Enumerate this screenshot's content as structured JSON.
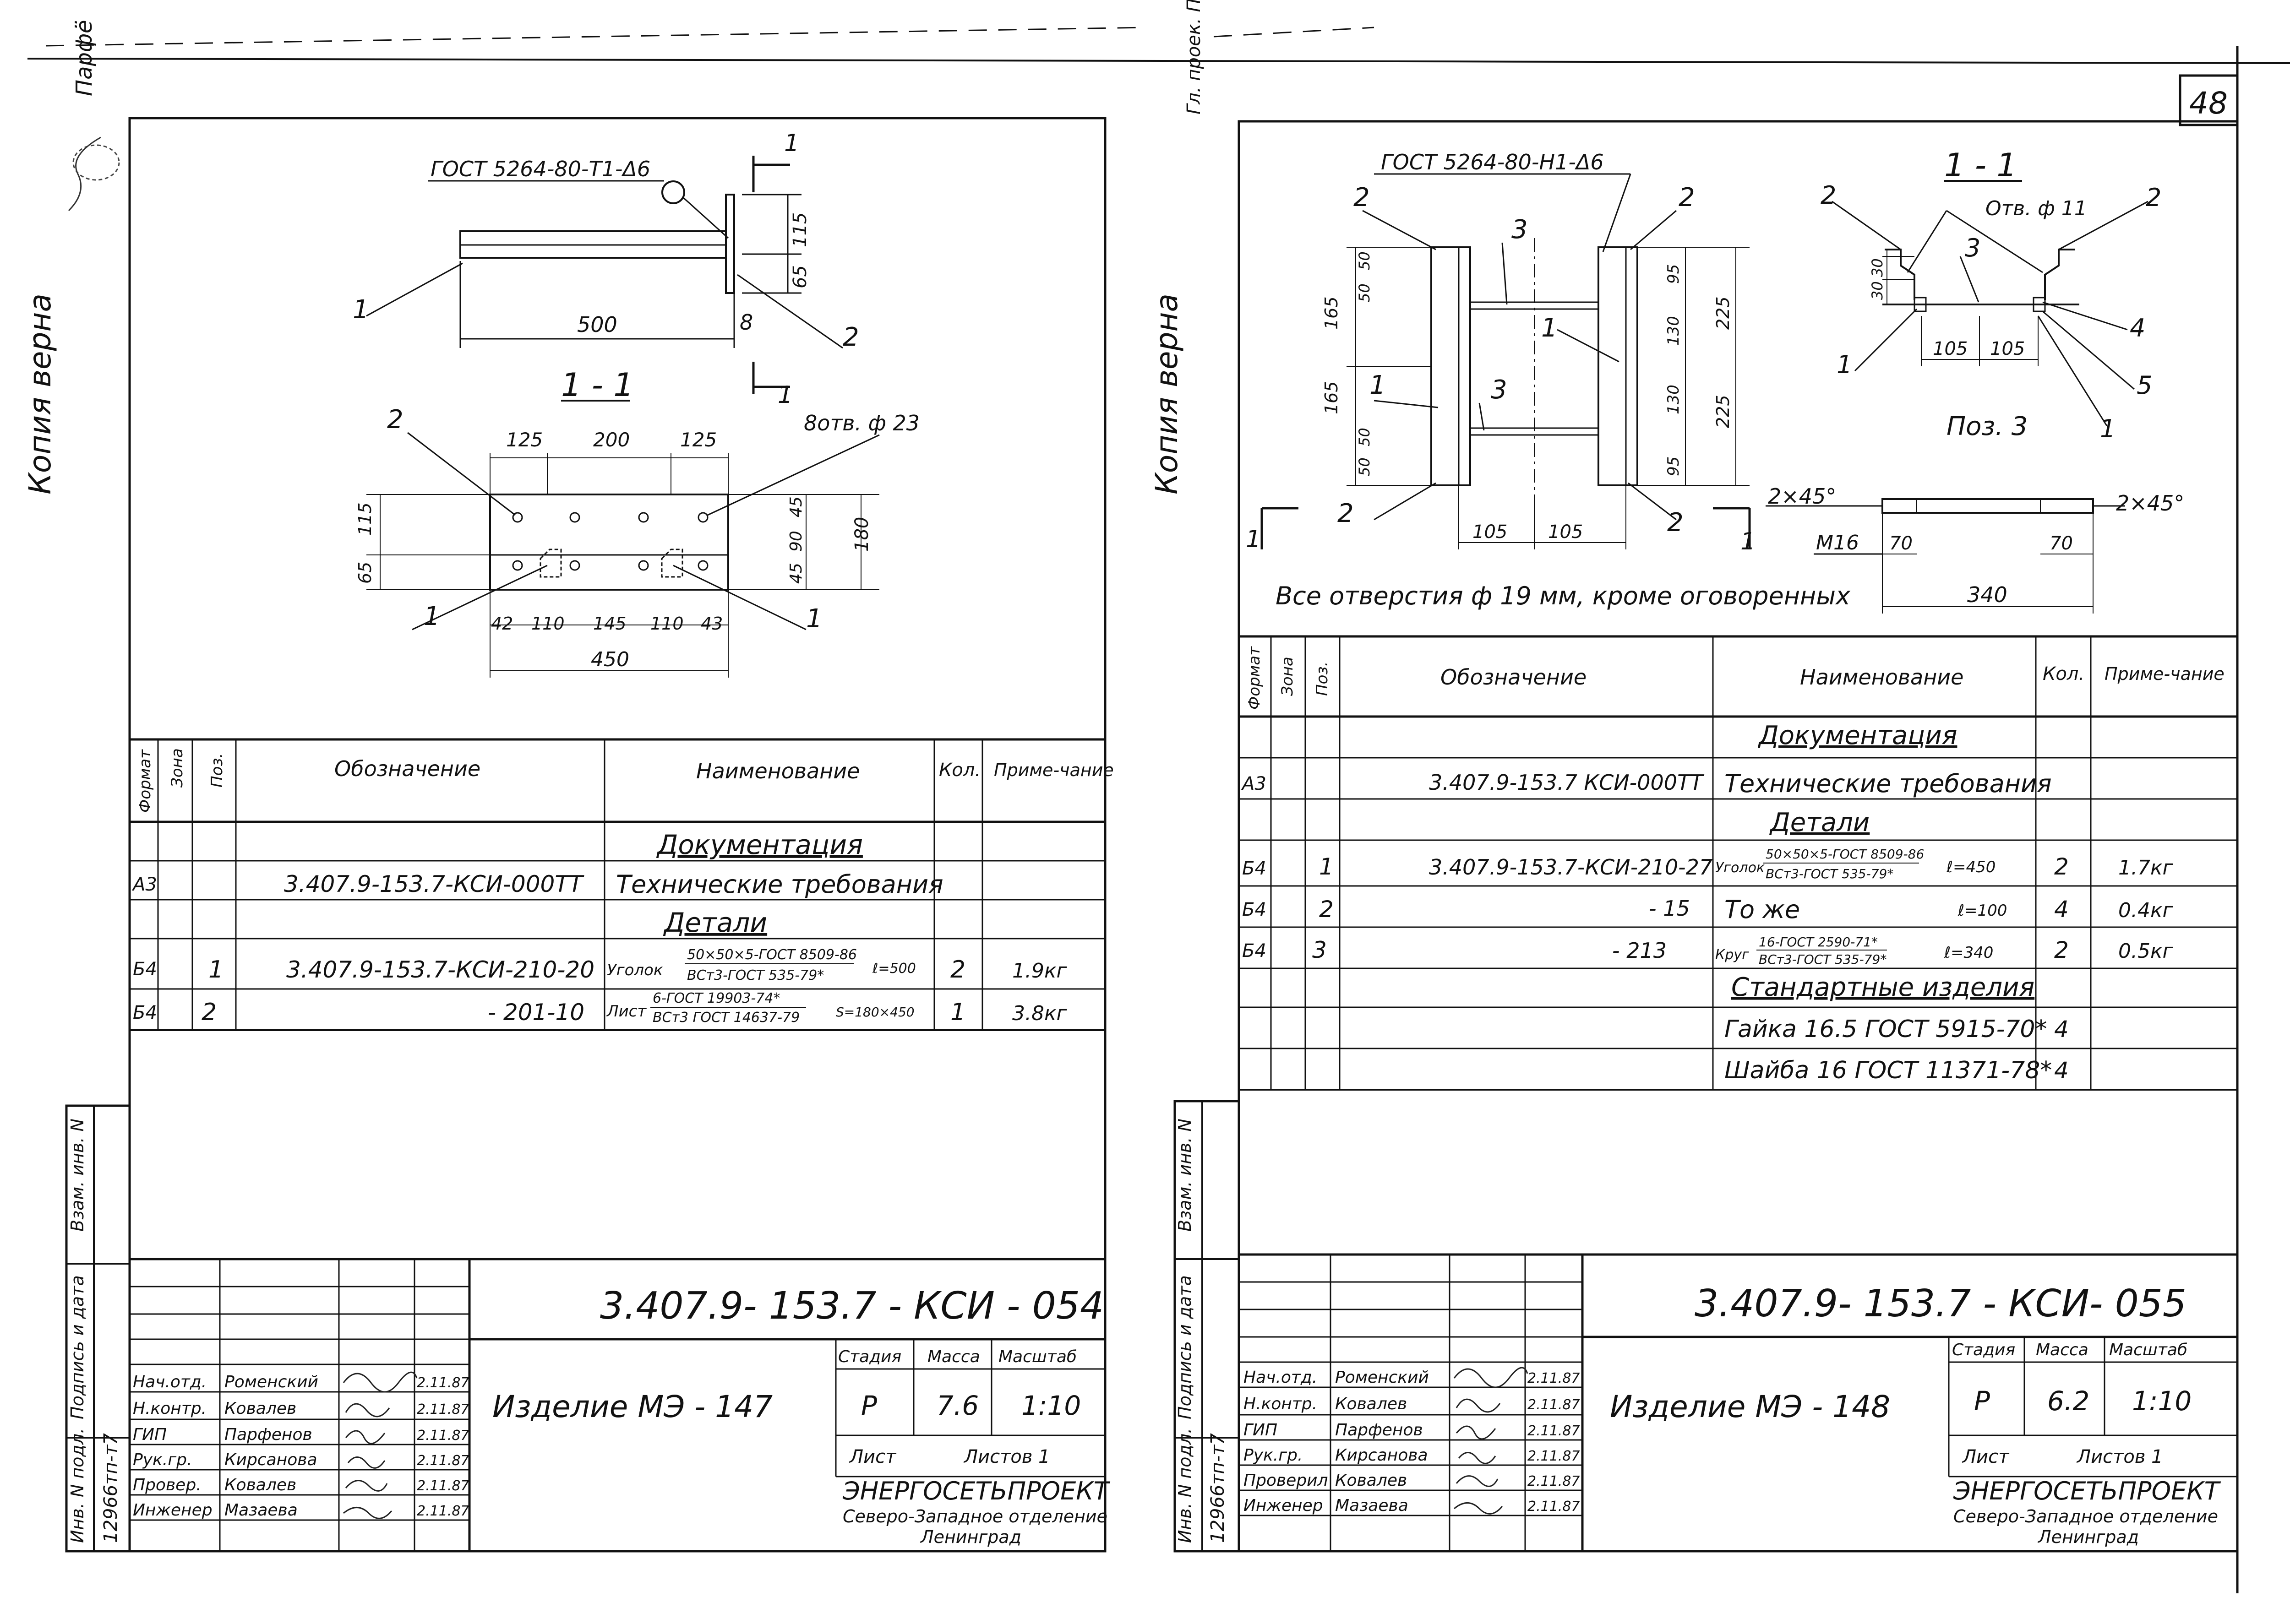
{
  "page": {
    "sheet_number": "48",
    "left_margin": {
      "copy_stamp": "Копия верна",
      "copy_stamp_corner": "Парфё",
      "inv_label": "Инв. N подл.",
      "inv_number": "12966тп-т7",
      "sign_date_label": "Подпись и дата",
      "vzam_label": "Взам. инв. N"
    },
    "right_margin": {
      "copy_stamp": "Копия верна",
      "corner_note": "Гл. проек. Парфе",
      "inv_label": "Инв. N подл.",
      "inv_number": "12966тп-т7",
      "sign_date_label": "Подпись и дата",
      "vzam_label": "Взам. инв. N"
    }
  },
  "sheets": [
    {
      "drawing": {
        "weld_note": "ГОСТ 5264-80-Т1-Δ6",
        "section_mark": "1",
        "section_title": "1 - 1",
        "holes_note": "8отв. ф 23",
        "pos": [
          "1",
          "2"
        ],
        "dims_top": {
          "length": "500",
          "thick": "8",
          "h1": "115",
          "h2": "65"
        },
        "dims_section": {
          "top": [
            "125",
            "200",
            "125"
          ],
          "left": [
            "115",
            "65"
          ],
          "right": [
            "45",
            "90",
            "45",
            "180"
          ],
          "bottom": [
            "42",
            "110",
            "145",
            "110",
            "43"
          ],
          "total": "450"
        }
      },
      "spec": {
        "headers": {
          "format": "Формат",
          "zone": "Зона",
          "pos": "Поз.",
          "designation": "Обозначение",
          "name": "Наименование",
          "qty": "Кол.",
          "note": "Приме-чание"
        },
        "rows": [
          {
            "format": "",
            "pos": "",
            "designation": "",
            "name": "Документация",
            "qty": "",
            "note": "",
            "section": true
          },
          {
            "format": "А3",
            "pos": "",
            "designation": "3.407.9-153.7-КСИ-000ТТ",
            "name": "Технические требования",
            "qty": "",
            "note": ""
          },
          {
            "format": "",
            "pos": "",
            "designation": "",
            "name": "Детали",
            "qty": "",
            "note": "",
            "section": true
          },
          {
            "format": "Б4",
            "pos": "1",
            "designation": "3.407.9-153.7-КСИ-210-20",
            "name": "Уголок",
            "name_fraction_top": "50×50×5-ГОСТ 8509-86",
            "name_fraction_bottom": "ВСт3-ГОСТ 535-79*",
            "name_suffix": "ℓ=500",
            "qty": "2",
            "note": "1.9кг"
          },
          {
            "format": "Б4",
            "pos": "2",
            "designation": "- 201-10",
            "name": "Лист",
            "name_fraction_top": "6-ГОСТ 19903-74*",
            "name_fraction_bottom": "ВСт3 ГОСТ 14637-79",
            "name_suffix": "S=180×450",
            "qty": "1",
            "note": "3.8кг"
          }
        ]
      },
      "title_block": {
        "code": "3.407.9- 153.7 -   КСИ - 054",
        "product": "Изделие  МЭ - 147",
        "stage_label": "Стадия",
        "mass_label": "Масса",
        "scale_label": "Масштаб",
        "stage": "Р",
        "mass": "7.6",
        "scale": "1:10",
        "sheet_label": "Лист",
        "sheets_label": "Листов 1",
        "org_name": "ЭНЕРГОСЕТЬПРОЕКТ",
        "org_branch": "Северо-Западное отделение",
        "org_city": "Ленинград",
        "signers": [
          {
            "role": "Нач.отд.",
            "name": "Роменский",
            "date": "2.11.87"
          },
          {
            "role": "Н.контр.",
            "name": "Ковалев",
            "date": "2.11.87"
          },
          {
            "role": "ГИП",
            "name": "Парфенов",
            "date": "2.11.87"
          },
          {
            "role": "Рук.гр.",
            "name": "Кирсанова",
            "date": "2.11.87"
          },
          {
            "role": "Провер.",
            "name": "Ковалев",
            "date": "2.11.87"
          },
          {
            "role": "Инженер",
            "name": "Мазаева",
            "date": "2.11.87"
          }
        ]
      }
    },
    {
      "drawing": {
        "weld_note": "ГОСТ 5264-80-Н1-Δ6",
        "section_title": "1 - 1",
        "holes_note": "Отв. ф 11",
        "pos_label": "Поз. 3",
        "all_holes_note": "Все отверстия ф 19 мм, кроме оговоренных",
        "chamfer1": "2×45°",
        "chamfer2": "2×45°",
        "thread": "М16",
        "rod_dims": [
          "70",
          "70",
          "340"
        ],
        "dims_plan": {
          "left": [
            "165",
            "165",
            "50",
            "50",
            "50",
            "50"
          ],
          "right": [
            "95",
            "130",
            "130",
            "95",
            "225",
            "225"
          ],
          "bottom": [
            "105",
            "105"
          ]
        },
        "dims_section": {
          "bottom": [
            "105",
            "105"
          ],
          "left": [
            "30",
            "30"
          ]
        },
        "pos": [
          "1",
          "2",
          "3",
          "4",
          "5"
        ]
      },
      "spec": {
        "headers": {
          "format": "Формат",
          "zone": "Зона",
          "pos": "Поз.",
          "designation": "Обозначение",
          "name": "Наименование",
          "qty": "Кол.",
          "note": "Приме-чание"
        },
        "rows": [
          {
            "format": "",
            "pos": "",
            "designation": "",
            "name": "Документация",
            "qty": "",
            "note": "",
            "section": true
          },
          {
            "format": "А3",
            "pos": "",
            "designation": "3.407.9-153.7 КСИ-000ТТ",
            "name": "Технические требования",
            "qty": "",
            "note": ""
          },
          {
            "format": "",
            "pos": "",
            "designation": "",
            "name": "Детали",
            "qty": "",
            "note": "",
            "section": true
          },
          {
            "format": "Б4",
            "pos": "1",
            "designation": "3.407.9-153.7-КСИ-210-27",
            "name": "Уголок",
            "name_fraction_top": "50×50×5-ГОСТ 8509-86",
            "name_fraction_bottom": "ВСт3-ГОСТ 535-79*",
            "name_suffix": "ℓ=450",
            "qty": "2",
            "note": "1.7кг"
          },
          {
            "format": "Б4",
            "pos": "2",
            "designation": "- 15",
            "name": "То же",
            "name_suffix": "ℓ=100",
            "qty": "4",
            "note": "0.4кг"
          },
          {
            "format": "Б4",
            "pos": "3",
            "designation": "- 213",
            "name": "Круг",
            "name_fraction_top": "16-ГОСТ 2590-71*",
            "name_fraction_bottom": "ВСт3-ГОСТ 535-79*",
            "name_suffix": "ℓ=340",
            "qty": "2",
            "note": "0.5кг"
          },
          {
            "format": "",
            "pos": "",
            "designation": "",
            "name": "Стандартные изделия",
            "qty": "",
            "note": "",
            "section": true
          },
          {
            "format": "",
            "pos": "",
            "designation": "",
            "name": "Гайка 16.5 ГОСТ 5915-70*",
            "qty": "4",
            "note": ""
          },
          {
            "format": "",
            "pos": "",
            "designation": "",
            "name": "Шайба 16 ГОСТ 11371-78*",
            "qty": "4",
            "note": ""
          }
        ]
      },
      "title_block": {
        "code": "3.407.9- 153.7 -  КСИ- 055",
        "product": "Изделие  МЭ - 148",
        "stage_label": "Стадия",
        "mass_label": "Масса",
        "scale_label": "Масштаб",
        "stage": "Р",
        "mass": "6.2",
        "scale": "1:10",
        "sheet_label": "Лист",
        "sheets_label": "Листов 1",
        "org_name": "ЭНЕРГОСЕТЬПРОЕКТ",
        "org_branch": "Северо-Западное отделение",
        "org_city": "Ленинград",
        "signers": [
          {
            "role": "Нач.отд.",
            "name": "Роменский",
            "date": "2.11.87"
          },
          {
            "role": "Н.контр.",
            "name": "Ковалев",
            "date": "2.11.87"
          },
          {
            "role": "ГИП",
            "name": "Парфенов",
            "date": "2.11.87"
          },
          {
            "role": "Рук.гр.",
            "name": "Кирсанова",
            "date": "2.11.87"
          },
          {
            "role": "Проверил",
            "name": "Ковалев",
            "date": "2.11.87"
          },
          {
            "role": "Инженер",
            "name": "Мазаева",
            "date": "2.11.87"
          }
        ]
      }
    }
  ]
}
